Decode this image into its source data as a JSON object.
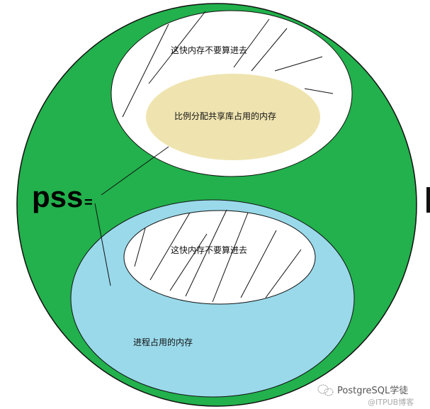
{
  "labels": {
    "top_excluded": "这快内存不要算进去",
    "shared_lib": "比例分配共享库占用的内存",
    "bottom_excluded": "这快内存不要算进去",
    "process_memory": "进程占用的内存",
    "pss": "pss",
    "equals": "="
  },
  "watermark": {
    "account": "PostgreSQL学徒",
    "source": "@ITPUB博客"
  },
  "colors": {
    "outer": "#22b14c",
    "top": "#ffffff",
    "shared": "#efe4b0",
    "process": "#99d9ea",
    "inner": "#ffffff"
  }
}
